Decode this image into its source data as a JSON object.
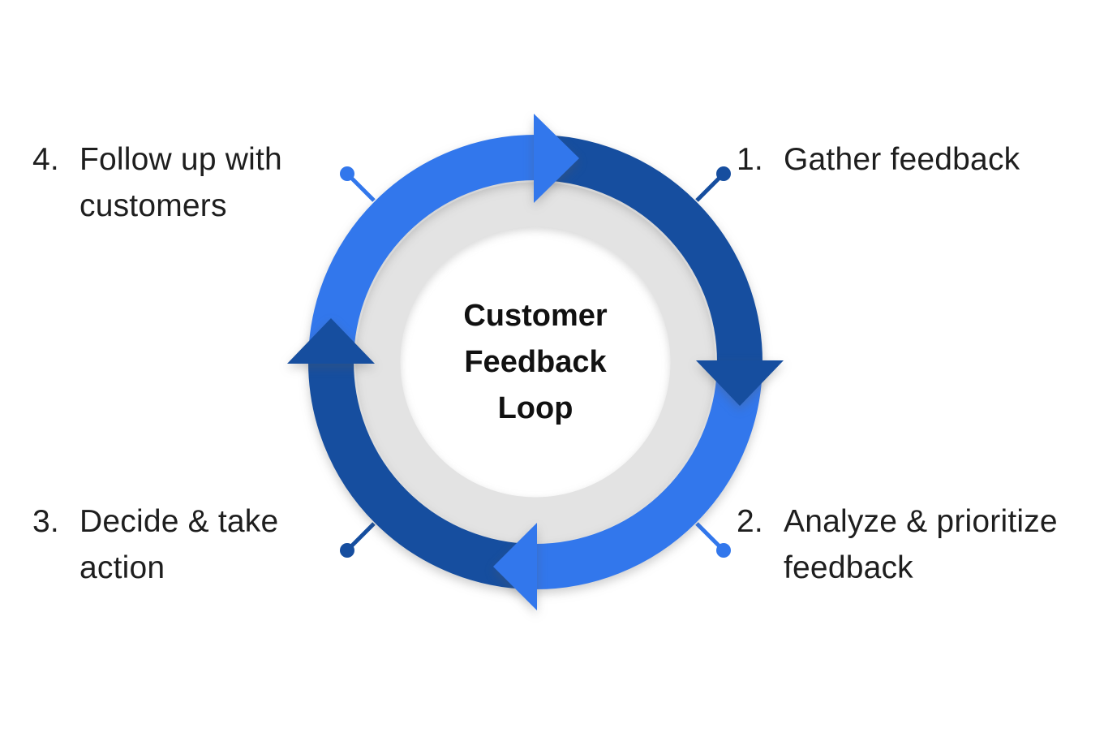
{
  "diagram": {
    "title": "Customer Feedback Loop",
    "center_title_lines": [
      "Customer",
      "Feedback",
      "Loop"
    ],
    "steps": [
      {
        "number": "1.",
        "label": "Gather feedback",
        "position": "top-right",
        "connector_color": "dark-blue"
      },
      {
        "number": "2.",
        "label": "Analyze & prioritize feedback",
        "position": "bottom-right",
        "connector_color": "light-blue"
      },
      {
        "number": "3.",
        "label": "Decide & take action",
        "position": "bottom-left",
        "connector_color": "dark-blue"
      },
      {
        "number": "4.",
        "label": "Follow up with customers",
        "position": "top-left",
        "connector_color": "light-blue"
      }
    ],
    "colors": {
      "light_blue": "#3277EC",
      "dark_blue": "#164E9F",
      "ring_gray": "#E3E3E3",
      "background": "#FFFFFF",
      "text": "#1E1E1E"
    }
  }
}
